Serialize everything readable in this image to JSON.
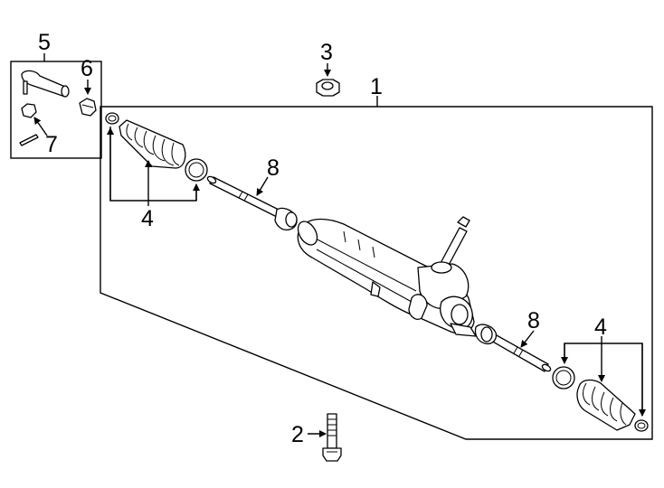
{
  "callouts": {
    "c1": "1",
    "c2": "2",
    "c3": "3",
    "c4_left": "4",
    "c4_right": "4",
    "c5": "5",
    "c6": "6",
    "c7": "7",
    "c8_left": "8",
    "c8_right": "8"
  }
}
